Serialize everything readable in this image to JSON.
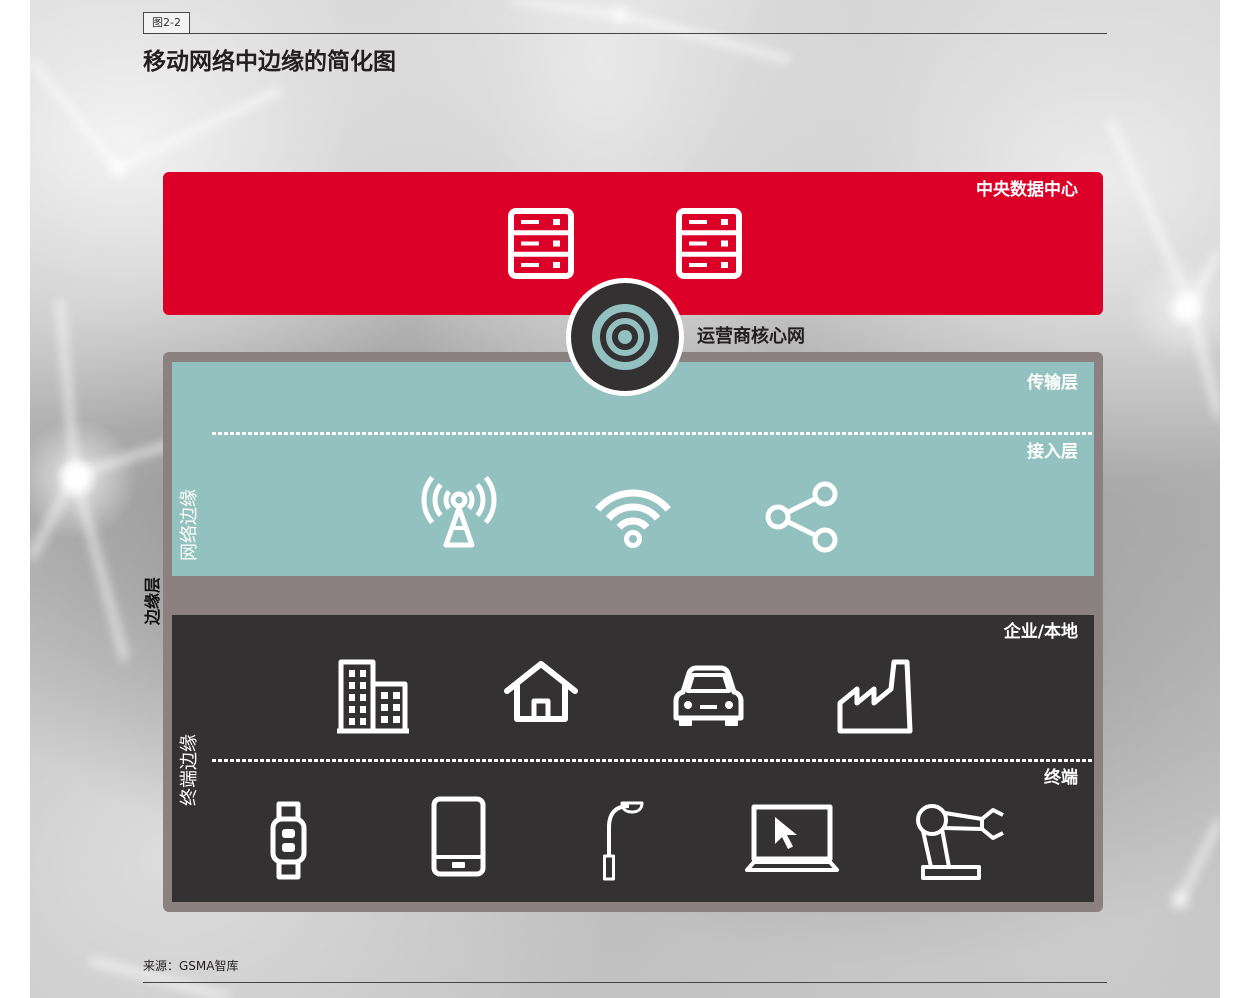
{
  "figure": {
    "label": "图2-2",
    "title": "移动网络中边缘的简化图",
    "source": "来源：GSMA智库"
  },
  "diagram": {
    "data_center": {
      "label": "中央数据中心",
      "icons": [
        "server-icon",
        "server-icon"
      ]
    },
    "core_network": {
      "label": "运营商核心网",
      "icon": "target-icon"
    },
    "edge_layer": {
      "label": "边缘层"
    },
    "network_edge": {
      "label": "网络边缘",
      "sublayers": [
        {
          "label": "传输层"
        },
        {
          "label": "接入层",
          "icons": [
            "antenna-tower-icon",
            "wifi-icon",
            "share-icon"
          ]
        }
      ]
    },
    "terminal_edge": {
      "label": "终端边缘",
      "sublayers": [
        {
          "label": "企业/本地",
          "icons": [
            "building-icon",
            "house-icon",
            "car-icon",
            "factory-icon"
          ]
        },
        {
          "label": "终端",
          "icons": [
            "smartwatch-icon",
            "smartphone-icon",
            "street-lamp-icon",
            "laptop-icon",
            "robot-arm-icon"
          ]
        }
      ]
    }
  },
  "colors": {
    "data_center": "#dc0028",
    "network_edge": "#93c1bf",
    "terminal_edge": "#333131",
    "edge_layer_frame": "#8b8181",
    "core_network_ring": "#93c1bf"
  }
}
